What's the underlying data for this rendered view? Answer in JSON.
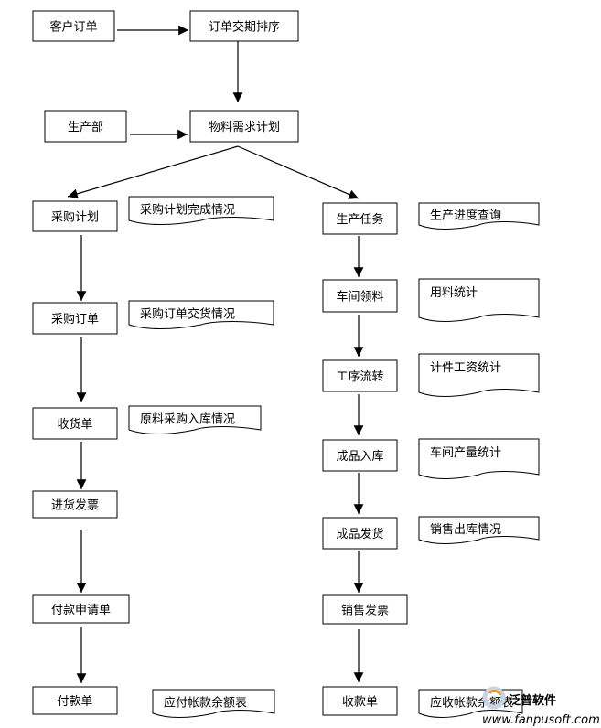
{
  "boxes": [
    {
      "id": "customer_order",
      "label": "客户订单"
    },
    {
      "id": "order_schedule",
      "label": "订单交期排序"
    },
    {
      "id": "production_dept",
      "label": "生产部"
    },
    {
      "id": "mrp",
      "label": "物料需求计划"
    },
    {
      "id": "purchase_plan",
      "label": "采购计划"
    },
    {
      "id": "purchase_order",
      "label": "采购订单"
    },
    {
      "id": "goods_receipt",
      "label": "收货单"
    },
    {
      "id": "purchase_invoice",
      "label": "进货发票"
    },
    {
      "id": "payment_request",
      "label": "付款申请单"
    },
    {
      "id": "payment_slip",
      "label": "付款单"
    },
    {
      "id": "production_task",
      "label": "生产任务"
    },
    {
      "id": "workshop_pick",
      "label": "车间领料"
    },
    {
      "id": "process_transfer",
      "label": "工序流转"
    },
    {
      "id": "product_stock_in",
      "label": "成品入库"
    },
    {
      "id": "product_shipment",
      "label": "成品发货"
    },
    {
      "id": "sales_invoice",
      "label": "销售发票"
    },
    {
      "id": "receipt_slip",
      "label": "收款单"
    }
  ],
  "docs": [
    {
      "id": "purchase_plan_status",
      "label": "采购计划完成情况"
    },
    {
      "id": "purchase_delivery_status",
      "label": "采购订单交货情况"
    },
    {
      "id": "material_stock_in_status",
      "label": "原料采购入库情况"
    },
    {
      "id": "payable_balance",
      "label": "应付帐款余额表"
    },
    {
      "id": "production_progress",
      "label": "生产进度查询"
    },
    {
      "id": "material_usage_stats",
      "label": "用料统计"
    },
    {
      "id": "piece_wage_stats",
      "label": "计件工资统计"
    },
    {
      "id": "workshop_output_stats",
      "label": "车间产量统计"
    },
    {
      "id": "sales_outbound_status",
      "label": "销售出库情况"
    },
    {
      "id": "receivable_balance",
      "label": "应收帐款余额表"
    }
  ],
  "edges": [
    [
      "customer_order",
      "order_schedule"
    ],
    [
      "order_schedule",
      "mrp"
    ],
    [
      "production_dept",
      "mrp"
    ],
    [
      "mrp",
      "purchase_plan"
    ],
    [
      "mrp",
      "production_task"
    ],
    [
      "purchase_plan",
      "purchase_order"
    ],
    [
      "purchase_order",
      "goods_receipt"
    ],
    [
      "goods_receipt",
      "purchase_invoice"
    ],
    [
      "purchase_invoice",
      "payment_request"
    ],
    [
      "payment_request",
      "payment_slip"
    ],
    [
      "production_task",
      "workshop_pick"
    ],
    [
      "workshop_pick",
      "process_transfer"
    ],
    [
      "process_transfer",
      "product_stock_in"
    ],
    [
      "product_stock_in",
      "product_shipment"
    ],
    [
      "product_shipment",
      "sales_invoice"
    ],
    [
      "sales_invoice",
      "receipt_slip"
    ]
  ],
  "watermark": {
    "brand": "泛普软件",
    "url": "www.fanpusoft.com",
    "colors": {
      "ring": "#c9d4e2",
      "accent": "#e59a3c",
      "text": "#9bb0c8"
    }
  },
  "colors": {
    "stroke": "#000000",
    "background": "#ffffff"
  }
}
